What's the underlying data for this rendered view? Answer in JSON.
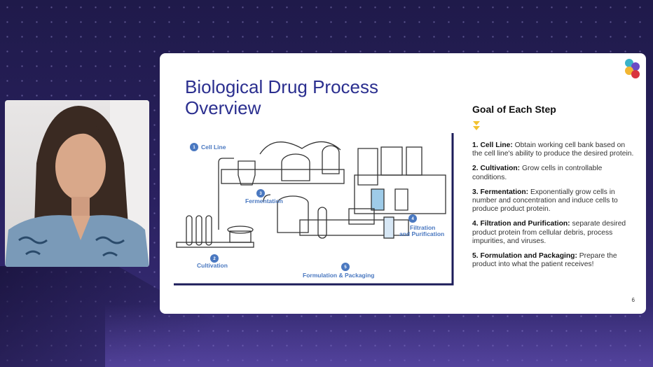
{
  "slide": {
    "title_line1": "Biological Drug Process",
    "title_line2": "Overview",
    "goal_heading": "Goal of Each Step",
    "page_number": "6",
    "steps": [
      {
        "label": "1. Cell Line:",
        "text": " Obtain working cell bank based on the cell line's ability to produce the desired protein."
      },
      {
        "label": "2. Cultivation:",
        "text": " Grow cells in controllable conditions."
      },
      {
        "label": "3. Fermentation:",
        "text": " Exponentially grow cells in number and concentration and induce cells to produce product protein."
      },
      {
        "label": "4. Filtration and Purification:",
        "text": " separate desired product protein from cellular debris, process impurities, and viruses."
      },
      {
        "label": "5. Formulation and Packaging:",
        "text": " Prepare the product into what the patient receives!"
      }
    ],
    "diagram": {
      "n1": "1",
      "n2": "2",
      "n3": "3",
      "n4": "4",
      "n5": "5",
      "cell_line": "Cell Line",
      "cultivation": "Cultivation",
      "fermentation": "Fermentation",
      "filtration1": "Filtration",
      "filtration2": "and Purification",
      "formulation": "Formulation & Packaging"
    }
  },
  "colors": {
    "title": "#2b2f8f",
    "diagram_label": "#4a78c0",
    "accent": "#f2c230",
    "frame": "#1c1c5a"
  }
}
